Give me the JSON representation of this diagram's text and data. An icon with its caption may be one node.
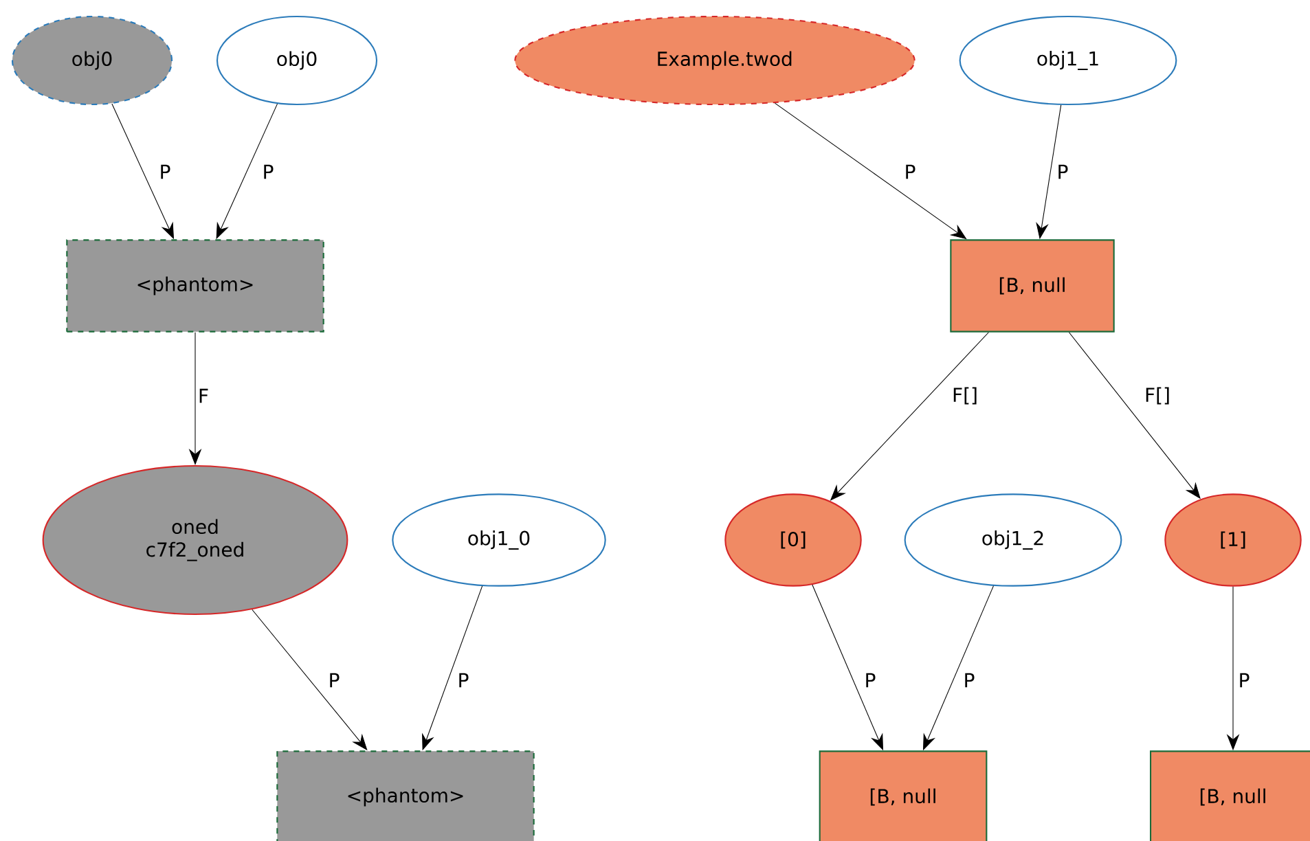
{
  "diagram": {
    "nodes": [
      {
        "text": [
          "obj0"
        ]
      },
      {
        "text": [
          "obj0"
        ]
      },
      {
        "text": [
          "Example.twod"
        ]
      },
      {
        "text": [
          "obj1_1"
        ]
      },
      {
        "text": [
          "<phantom>"
        ]
      },
      {
        "text": [
          "[B, null"
        ]
      },
      {
        "text": [
          "oned c7f2_oned"
        ]
      },
      {
        "text": [
          "obj1_0"
        ]
      },
      {
        "text": [
          "[0]"
        ]
      },
      {
        "text": [
          "obj1_2"
        ]
      },
      {
        "text": [
          "[1]"
        ]
      },
      {
        "text": [
          "<phantom>"
        ]
      },
      {
        "text": [
          "[B, null"
        ]
      },
      {
        "text": [
          "[B, null"
        ]
      }
    ],
    "edges": [
      {
        "from": 0,
        "to": 4,
        "arrow": "to",
        "label": "P"
      },
      {
        "from": 1,
        "to": 4,
        "arrow": "to",
        "label": "P"
      },
      {
        "from": 4,
        "to": 6,
        "arrow": "to",
        "label": "F"
      },
      {
        "from": 2,
        "to": 5,
        "arrow": "to",
        "label": "P"
      },
      {
        "from": 3,
        "to": 5,
        "arrow": "to",
        "label": "P"
      },
      {
        "from": 5,
        "to": 8,
        "arrow": "to",
        "label": "F[]"
      },
      {
        "from": 5,
        "to": 10,
        "arrow": "to",
        "label": "F[]"
      },
      {
        "from": 6,
        "to": 11,
        "arrow": "to",
        "label": "P"
      },
      {
        "from": 7,
        "to": 11,
        "arrow": "to",
        "label": "P"
      },
      {
        "from": 8,
        "to": 12,
        "arrow": "to",
        "label": "P"
      },
      {
        "from": 9,
        "to": 12,
        "arrow": "to",
        "label": "P"
      },
      {
        "from": 10,
        "to": 13,
        "arrow": "to",
        "label": "P"
      }
    ]
  }
}
